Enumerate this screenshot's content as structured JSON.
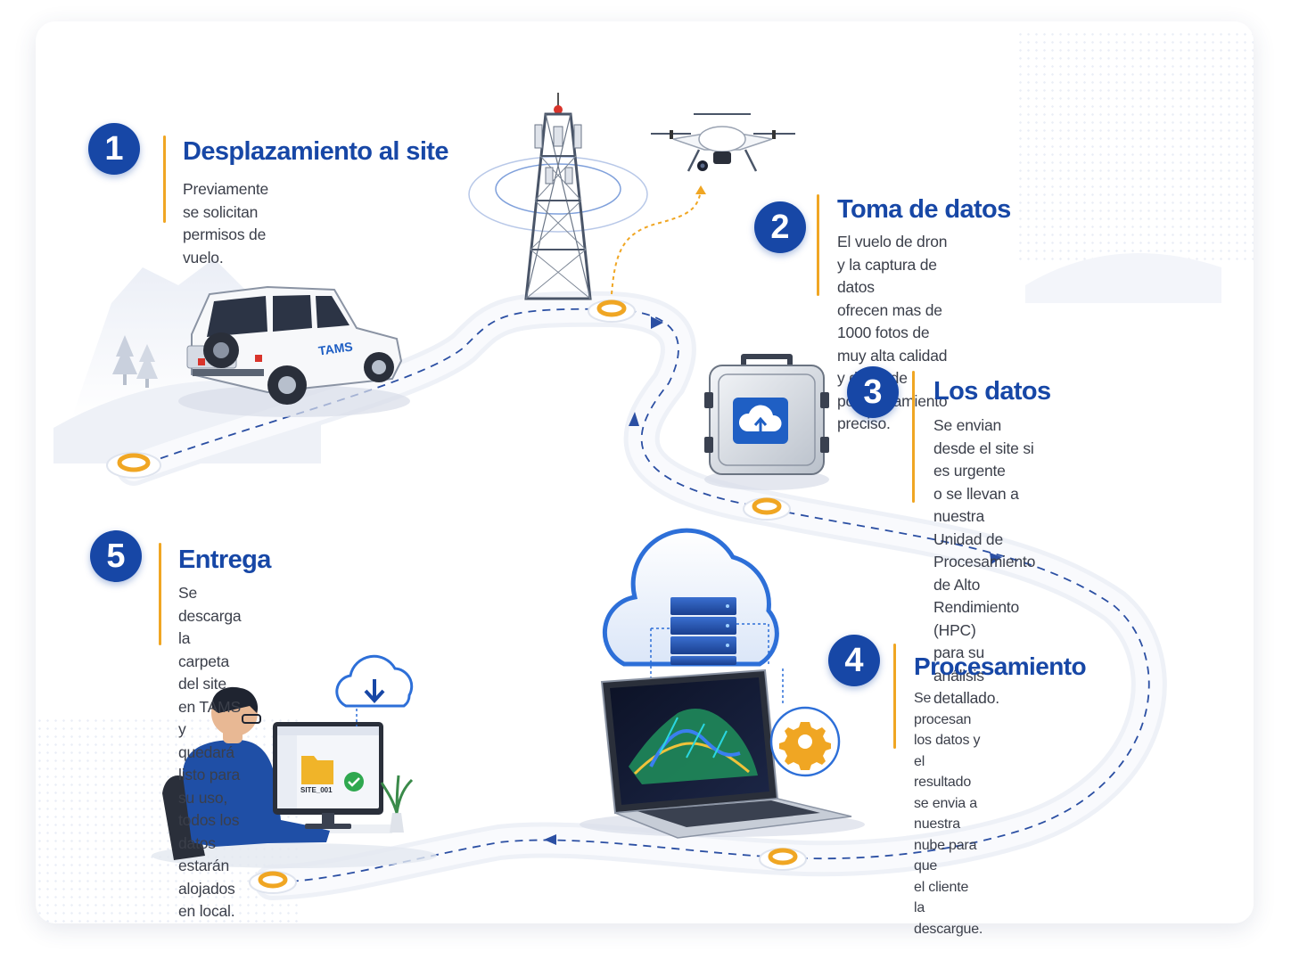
{
  "steps": [
    {
      "number": "1",
      "title": "Desplazamiento al site",
      "description": "Previamente se solicitan\npermisos de vuelo."
    },
    {
      "number": "2",
      "title": "Toma de datos",
      "description": "El vuelo de dron y la captura de datos\nofrecen mas de 1000 fotos de muy alta calidad\ny datos de posicionamiento preciso."
    },
    {
      "number": "3",
      "title": "Los datos",
      "description": "Se envian desde el site si es urgente\no se llevan a nuestra Unidad de\nProcesamiento de Alto Rendimiento (HPC)\npara su análisis detallado."
    },
    {
      "number": "4",
      "title": "Procesamiento",
      "description": "Se procesan los datos y el resultado\nse envia a nuestra nube para que\nel cliente la descargue."
    },
    {
      "number": "5",
      "title": "Entrega",
      "description": "Se descarga la carpeta del site en TAMS y\nquedará listo para su uso, todos los datos\nestarán alojados en local."
    }
  ],
  "illustrations": {
    "vehicle_logo": "TAMS",
    "folder_label": "SITE_001"
  },
  "icons": {
    "vehicle": "suv-icon",
    "tower": "telecom-tower-icon",
    "drone": "drone-icon",
    "case": "cloud-upload-case-icon",
    "cloud_server": "cloud-server-icon",
    "laptop": "laptop-pointcloud-icon",
    "gear": "gear-icon",
    "person": "person-at-desk-icon",
    "download": "cloud-download-icon",
    "checkmark": "checkmark-icon",
    "waypoint": "waypoint-ring-icon"
  },
  "colors": {
    "primary": "#1747a6",
    "accent": "#f0a623",
    "text": "#3b3f4a",
    "road": "#eef1f7",
    "route_line": "#2b4fa3"
  }
}
